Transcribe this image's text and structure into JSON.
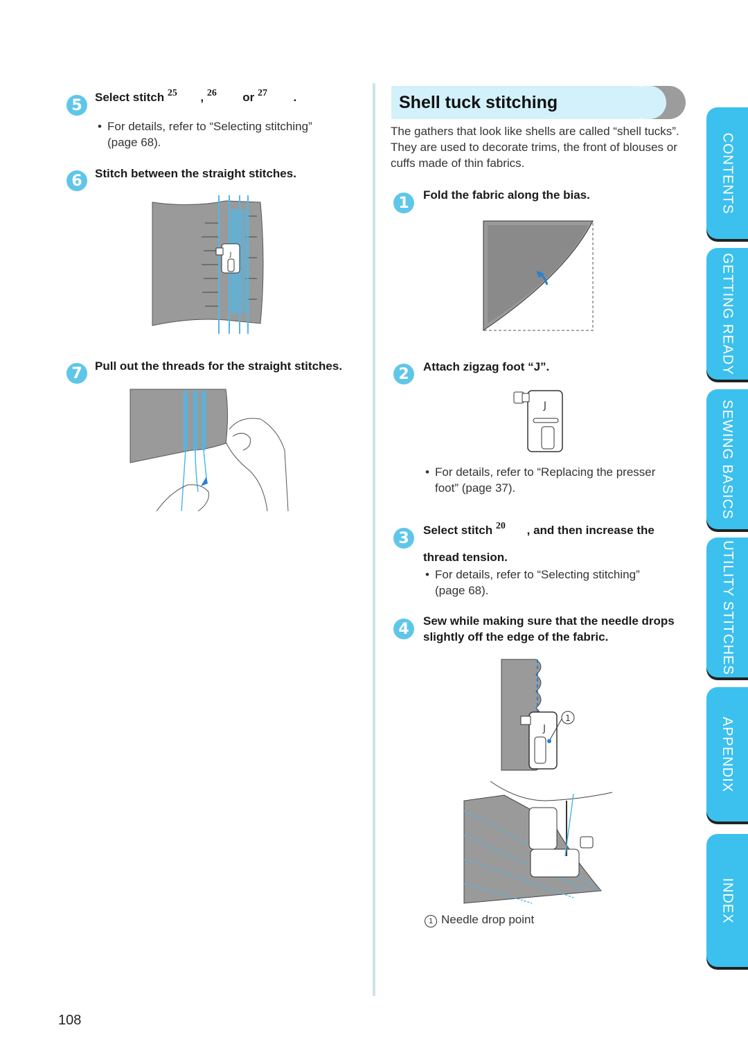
{
  "page_number": "108",
  "left_steps": {
    "step5": {
      "num": "5",
      "prefix": "Select stitch",
      "n1": "25",
      "sep1": ",",
      "n2": "26",
      "or": "or",
      "n3": "27",
      "end": ".",
      "bullet": "For details, refer to “Selecting stitching” (page 68)."
    },
    "step6": {
      "num": "6",
      "title": "Stitch between the straight stitches."
    },
    "step7": {
      "num": "7",
      "title": "Pull out the threads for the straight stitches."
    }
  },
  "section": {
    "title": "Shell tuck stitching",
    "intro": "The gathers that look like shells are called “shell tucks”. They are used to decorate trims, the front of blouses or cuffs made of thin fabrics.",
    "step1": {
      "num": "1",
      "title": "Fold the fabric along the bias."
    },
    "step2": {
      "num": "2",
      "title": "Attach zigzag foot “J”.",
      "bullet": "For details, refer to “Replacing the presser foot” (page 37).",
      "foot_letter": "J"
    },
    "step3": {
      "num": "3",
      "prefix": "Select stitch",
      "n": "20",
      "suffix": ", and then increase the",
      "line2": "thread tension.",
      "bullet": "For details, refer to “Selecting stitching” (page 68)."
    },
    "step4": {
      "num": "4",
      "title_line1": "Sew while making sure that the needle drops",
      "title_line2": "slightly off the edge of the fabric.",
      "callout": "1",
      "foot_letter": "J",
      "caption": "Needle drop point"
    }
  },
  "tabs": [
    "CONTENTS",
    "GETTING READY",
    "SEWING BASICS",
    "UTILITY STITCHES",
    "APPENDIX",
    "INDEX"
  ],
  "colors": {
    "accent": "#5fc6ea",
    "tab": "#3cc0ee",
    "title_bar": "#d3f1fb",
    "fabric": "#9a9a9a",
    "thread": "#4fb8e8"
  }
}
